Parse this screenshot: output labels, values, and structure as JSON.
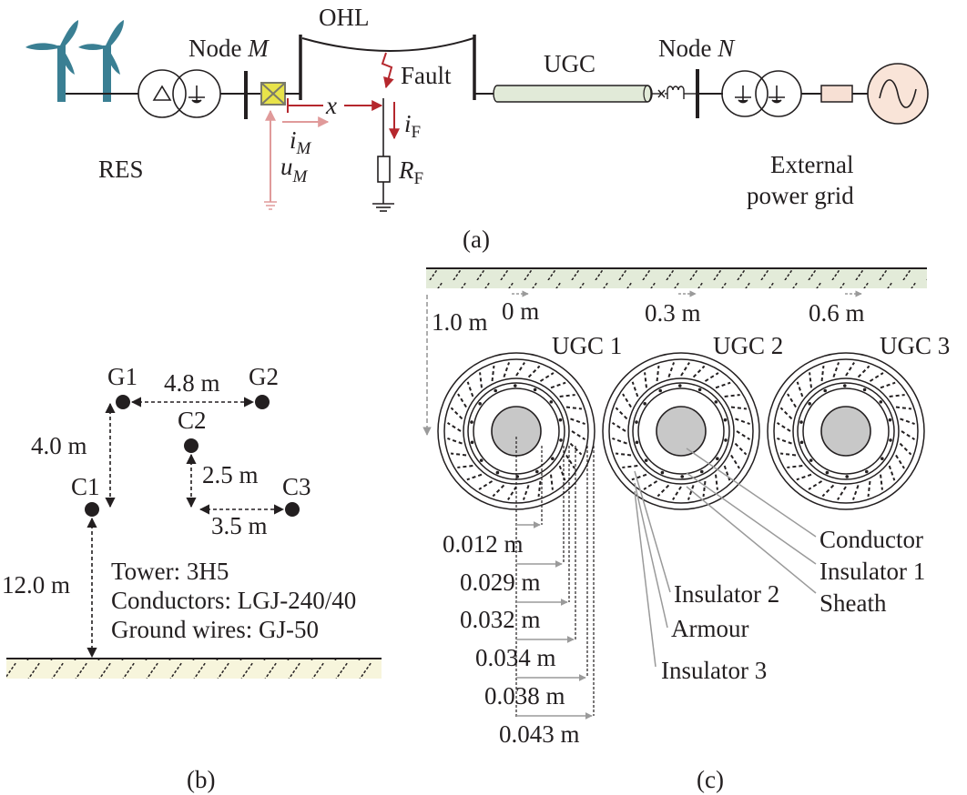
{
  "panel_a": {
    "caption": "(a)",
    "res_label": "RES",
    "node_m": {
      "prefix": "Node ",
      "name": "M"
    },
    "node_n": {
      "prefix": "Node ",
      "name": "N"
    },
    "ohl_label": "OHL",
    "fault_label": "Fault",
    "ugc_label": "UGC",
    "distance_label": "x",
    "current_m": {
      "base": "i",
      "sub": "M"
    },
    "voltage_m": {
      "base": "u",
      "sub": "M"
    },
    "fault_current": {
      "base": "i",
      "sub": "F"
    },
    "fault_resistance": {
      "base": "R",
      "sub": "F"
    },
    "grid_label_line1": "External",
    "grid_label_line2": "power grid",
    "colors": {
      "turbine": "#3a7f93",
      "relay_fill": "#e8e34a",
      "measure_arrow": "#e09a9a",
      "fault_arrow": "#b5272d",
      "cable_fill": "#e1ead8",
      "impedance_fill": "#f7e0d4",
      "source_fill": "#f9e4d8"
    }
  },
  "panel_b": {
    "caption": "(b)",
    "conductors": [
      {
        "label": "G1",
        "type": "ground-wire"
      },
      {
        "label": "G2",
        "type": "ground-wire"
      },
      {
        "label": "C1",
        "type": "phase"
      },
      {
        "label": "C2",
        "type": "phase"
      },
      {
        "label": "C3",
        "type": "phase"
      }
    ],
    "dimensions": {
      "g1_g2": "4.8 m",
      "g1_c1_vertical": "4.0 m",
      "c2_c3_vertical": "2.5 m",
      "c2_c3_horizontal": "3.5 m",
      "c1_ground": "12.0 m"
    },
    "specs": [
      "Tower: 3H5",
      "Conductors: LGJ-240/40",
      "Ground wires: GJ-50"
    ],
    "ground_fill": "#f7f5dc"
  },
  "panel_c": {
    "caption": "(c)",
    "depth_label": "1.0 m",
    "cables": [
      {
        "label": "UGC 1",
        "offset": "0 m"
      },
      {
        "label": "UGC 2",
        "offset": "0.3 m"
      },
      {
        "label": "UGC 3",
        "offset": "0.6 m"
      }
    ],
    "radii": [
      "0.012 m",
      "0.029 m",
      "0.032 m",
      "0.034 m",
      "0.038 m",
      "0.043 m"
    ],
    "layers": [
      "Conductor",
      "Insulator 1",
      "Sheath",
      "Insulator 2",
      "Armour",
      "Insulator 3"
    ],
    "ground_fill": "#e3ebd9",
    "conductor_fill": "#c8c8c8"
  }
}
